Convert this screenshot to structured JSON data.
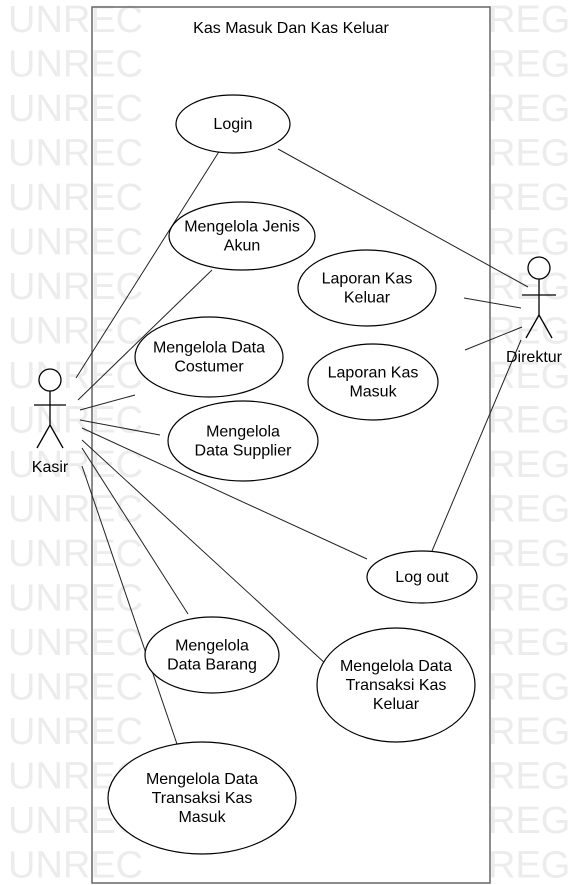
{
  "watermark": {
    "left_text": "UNREC",
    "right_text": "REGIST"
  },
  "system": {
    "title": "Kas Masuk Dan Kas Keluar"
  },
  "actors": [
    {
      "id": "kasir",
      "label": "Kasir"
    },
    {
      "id": "direktur",
      "label": "Direktur"
    }
  ],
  "use_cases": [
    {
      "id": "login",
      "lines": [
        "Login"
      ]
    },
    {
      "id": "jenis_akun",
      "lines": [
        "Mengelola Jenis",
        "Akun"
      ]
    },
    {
      "id": "lap_keluar",
      "lines": [
        "Laporan Kas",
        "Keluar"
      ]
    },
    {
      "id": "costumer",
      "lines": [
        "Mengelola Data",
        "Costumer"
      ]
    },
    {
      "id": "lap_masuk",
      "lines": [
        "Laporan Kas",
        "Masuk"
      ]
    },
    {
      "id": "supplier",
      "lines": [
        "Mengelola",
        "Data Supplier"
      ]
    },
    {
      "id": "logout",
      "lines": [
        "Log out"
      ]
    },
    {
      "id": "barang",
      "lines": [
        "Mengelola",
        "Data Barang"
      ]
    },
    {
      "id": "trx_keluar",
      "lines": [
        "Mengelola Data",
        "Transaksi Kas",
        "Keluar"
      ]
    },
    {
      "id": "trx_masuk",
      "lines": [
        "Mengelola Data",
        "Transaksi Kas",
        "Masuk"
      ]
    }
  ],
  "associations": [
    {
      "actor": "kasir",
      "use_case": "login"
    },
    {
      "actor": "kasir",
      "use_case": "jenis_akun"
    },
    {
      "actor": "kasir",
      "use_case": "costumer"
    },
    {
      "actor": "kasir",
      "use_case": "supplier"
    },
    {
      "actor": "kasir",
      "use_case": "logout"
    },
    {
      "actor": "kasir",
      "use_case": "barang"
    },
    {
      "actor": "kasir",
      "use_case": "trx_keluar"
    },
    {
      "actor": "kasir",
      "use_case": "trx_masuk"
    },
    {
      "actor": "direktur",
      "use_case": "login"
    },
    {
      "actor": "direktur",
      "use_case": "lap_keluar"
    },
    {
      "actor": "direktur",
      "use_case": "lap_masuk"
    },
    {
      "actor": "direktur",
      "use_case": "logout"
    }
  ]
}
